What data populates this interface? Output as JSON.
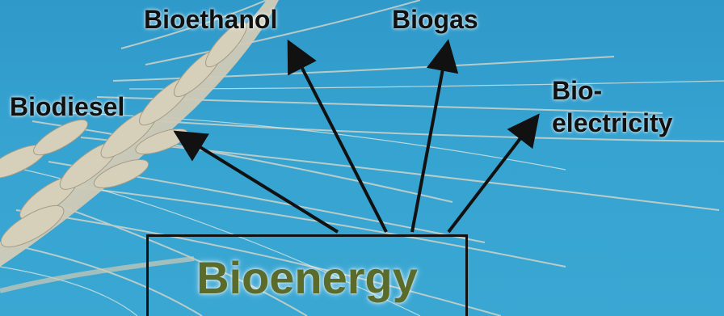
{
  "diagram": {
    "center": "Bioenergy",
    "branches": [
      {
        "id": "biodiesel",
        "lines": [
          "Biodiesel"
        ]
      },
      {
        "id": "bioethanol",
        "lines": [
          "Bioethanol"
        ]
      },
      {
        "id": "biogas",
        "lines": [
          "Biogas"
        ]
      },
      {
        "id": "bioelectricity",
        "lines": [
          "Bio-",
          "electricity"
        ]
      }
    ]
  },
  "colors": {
    "sky": "#36a3d1",
    "center_text": "#5b6b2c",
    "arrow": "#111111",
    "label_text": "#111111"
  }
}
